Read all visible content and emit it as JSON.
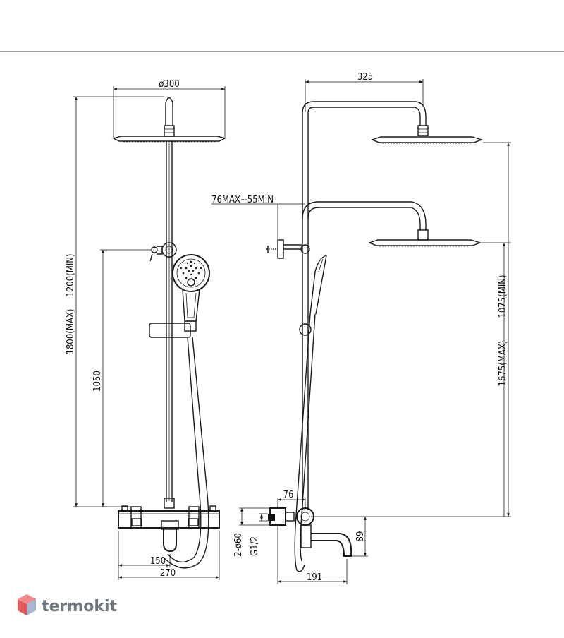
{
  "dimensions": {
    "head_diameter": "ø300",
    "overall_min": "1200(MIN)",
    "overall_max": "1800(MAX)",
    "holder_height": "1050",
    "arm_reach": "325",
    "wall_bracket": "76MAX~55MIN",
    "side_min": "1075(MIN)",
    "side_max": "1675(MAX)",
    "outlet_offset": "76",
    "connector_height": "89",
    "pipe_dia": "2-ø60",
    "thread": "G1/2",
    "spout_center": "150",
    "mixer_width": "270",
    "spout_depth": "191"
  },
  "logo": {
    "text": "termokit",
    "colors": {
      "top": "#f08a8a",
      "left": "#e35a5a",
      "right": "#a9b8cf"
    }
  },
  "colors": {
    "line": "#1a1a1a",
    "background": "#ffffff"
  }
}
